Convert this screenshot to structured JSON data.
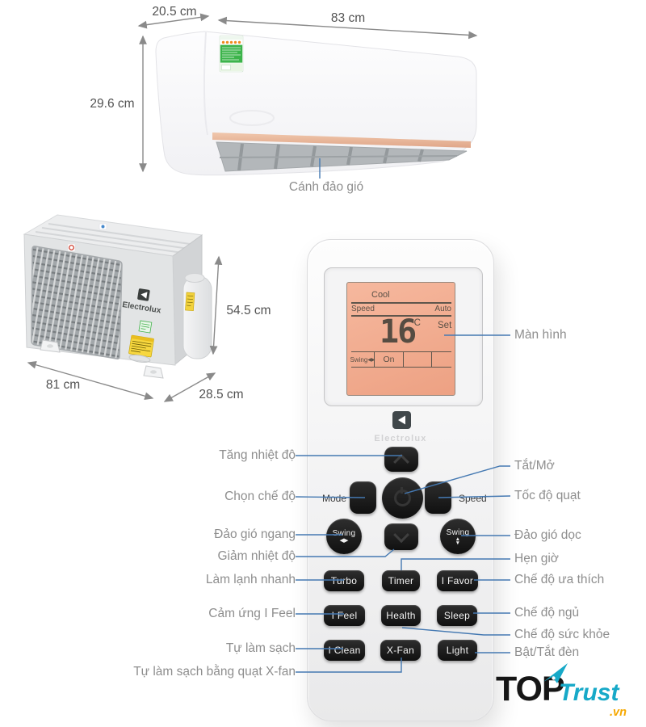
{
  "page": {
    "background": "#ffffff"
  },
  "colors": {
    "callout_line": "#4579b2",
    "label_text": "#8e8e8e",
    "dimension_text": "#525252",
    "lcd_bg": "#f2a98d",
    "button_black": "#1a1a1a",
    "accent_teal": "#17a9c8",
    "accent_orange": "#f6a800"
  },
  "indoor_unit": {
    "dim_depth": "20.5 cm",
    "dim_width": "83 cm",
    "dim_height": "29.6 cm",
    "vane_callout": "Cánh đảo gió"
  },
  "outdoor_unit": {
    "brand": "Electrolux",
    "dim_height": "54.5 cm",
    "dim_width": "81 cm",
    "dim_depth": "28.5 cm"
  },
  "remote": {
    "brand": "Electrolux",
    "display": {
      "mode": "Cool",
      "speed_label": "Speed",
      "speed_value": "Auto",
      "temperature": "16",
      "unit": "°C",
      "set_label": "Set",
      "swing_label": "Swing",
      "swing_arrows": "◀▶",
      "swing_state": "On"
    },
    "pad": {
      "mode": "Mode",
      "speed": "Speed"
    },
    "swing_buttons": {
      "horizontal": {
        "label": "Swing",
        "arrows": "◀▶"
      },
      "vertical": {
        "label": "Swing",
        "arrow_up": "▲",
        "arrow_down": "▼"
      }
    },
    "buttons": {
      "turbo": "Turbo",
      "timer": "Timer",
      "ifavor": "I Favor",
      "ifeel": "I Feel",
      "health": "Health",
      "sleep": "Sleep",
      "iclean": "I Clean",
      "xfan": "X-Fan",
      "light": "Light"
    }
  },
  "callouts_left": [
    {
      "text": "Tăng nhiệt độ"
    },
    {
      "text": "Chọn chế độ"
    },
    {
      "text": "Đảo gió ngang"
    },
    {
      "text": "Giảm nhiệt độ"
    },
    {
      "text": "Làm lạnh nhanh"
    },
    {
      "text": "Cảm ứng I Feel"
    },
    {
      "text": "Tự làm sạch"
    },
    {
      "text": "Tự làm sạch bằng quạt X-fan"
    }
  ],
  "callouts_right": [
    {
      "text": "Màn hình"
    },
    {
      "text": "Tắt/Mở"
    },
    {
      "text": "Tốc độ quạt"
    },
    {
      "text": "Đảo gió dọc"
    },
    {
      "text": "Hẹn giờ"
    },
    {
      "text": "Chế độ ưa thích"
    },
    {
      "text": "Chế độ ngủ"
    },
    {
      "text": "Chế độ sức khỏe"
    },
    {
      "text": "Bật/Tắt đèn"
    }
  ],
  "watermark": {
    "top": "TOP",
    "trust": "Trust",
    "vn": ".vn"
  }
}
